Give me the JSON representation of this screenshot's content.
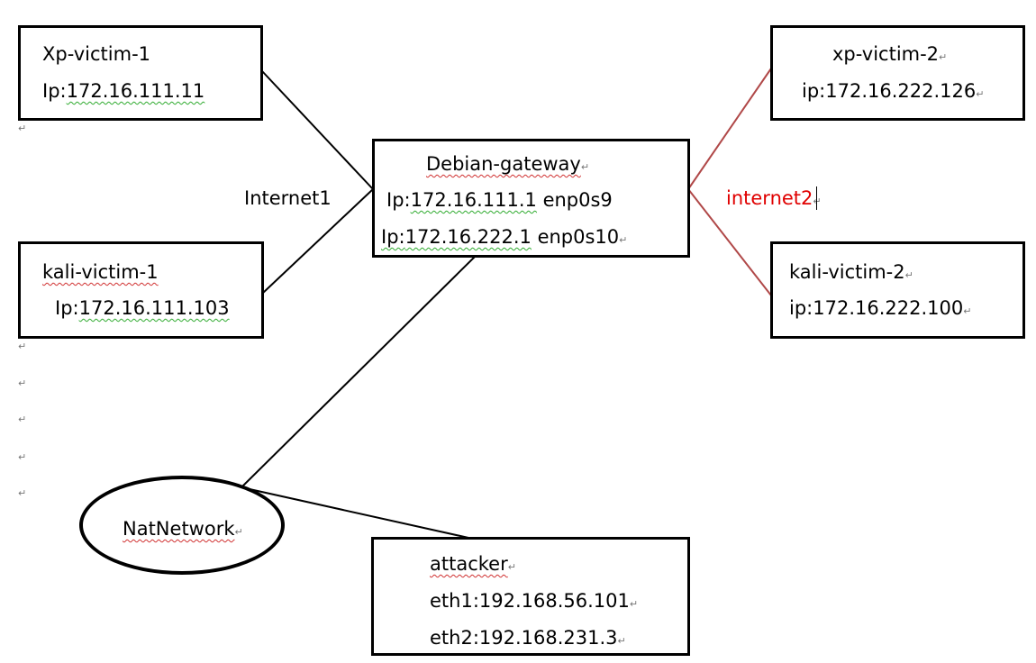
{
  "nodes": {
    "xp_victim_1": {
      "name": "Xp-victim-1",
      "ip_prefix": "Ip:",
      "ip": "172.16.111.11"
    },
    "kali_victim_1": {
      "name": "kali-victim-1",
      "ip_prefix": "Ip:",
      "ip": "172.16.111.103"
    },
    "gateway": {
      "name": "Debian-gateway",
      "line1_prefix": "Ip:",
      "line1_ip": "172.16.111.1",
      "line1_iface": " enp0s9",
      "line2_prefix": "Ip:",
      "line2_ip": "172.16.222.1",
      "line2_iface": " enp0s10"
    },
    "xp_victim_2": {
      "name": "xp-victim-2",
      "ip": "ip:172.16.222.126"
    },
    "kali_victim_2": {
      "name": "kali-victim-2",
      "ip": "ip:172.16.222.100"
    },
    "natnetwork": {
      "name": "NatNetwork"
    },
    "attacker": {
      "name": "attacker",
      "eth1": "eth1:192.168.56.101",
      "eth2": "eth2:192.168.231.3"
    }
  },
  "networks": {
    "internet1": "Internet1",
    "internet2": "internet2"
  },
  "paragraph_mark": "↵",
  "colors": {
    "line": "#000000",
    "internet2_line": "#b04848",
    "internet2_text": "#e00000",
    "spell_green": "#2eaa2e",
    "spell_red": "#d03030"
  }
}
